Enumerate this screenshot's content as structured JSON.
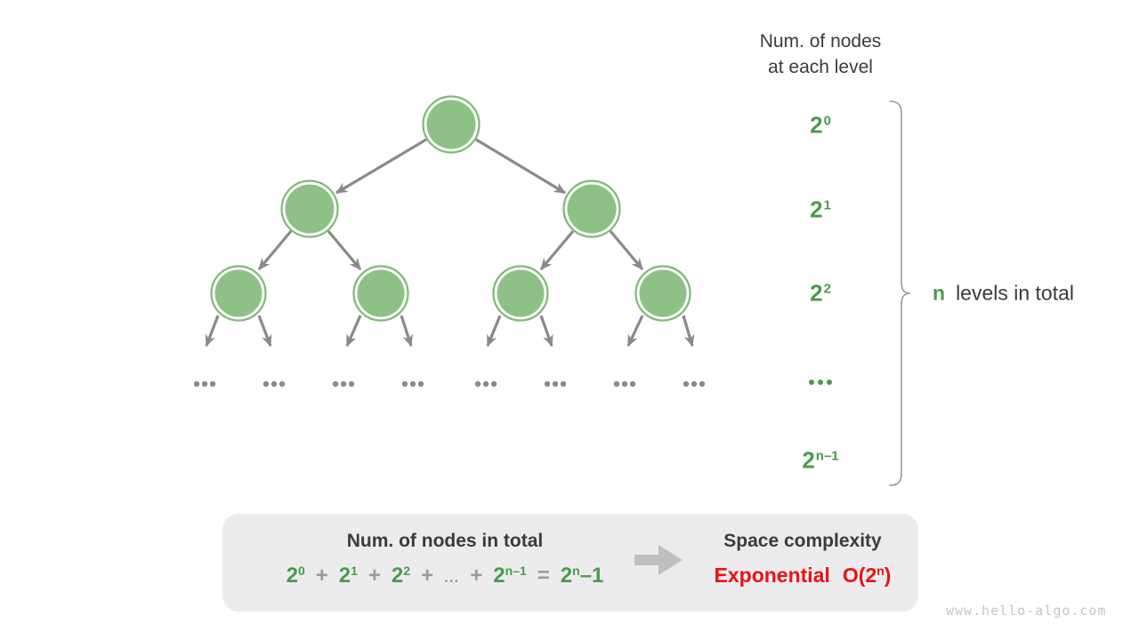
{
  "header": {
    "line1": "Num. of nodes",
    "line2": "at each level"
  },
  "levels": {
    "l0": {
      "base": "2",
      "sup": "0"
    },
    "l1": {
      "base": "2",
      "sup": "1"
    },
    "l2": {
      "base": "2",
      "sup": "2"
    },
    "ln": {
      "base": "2",
      "sup": "n–1"
    }
  },
  "side_note": {
    "highlight": "n",
    "text": "levels in total"
  },
  "summary_box": {
    "left_title": "Num. of nodes in total",
    "formula_tokens": [
      {
        "base": "2",
        "sup": "0",
        "color": "green"
      },
      {
        "base": "+",
        "color": "gray"
      },
      {
        "base": "2",
        "sup": "1",
        "color": "green"
      },
      {
        "base": "+",
        "color": "gray"
      },
      {
        "base": "2",
        "sup": "2",
        "color": "green"
      },
      {
        "base": "+",
        "color": "gray"
      },
      {
        "base": "...",
        "color": "gray",
        "small": true
      },
      {
        "base": "+",
        "color": "gray"
      },
      {
        "base": "2",
        "sup": "n–1",
        "color": "green"
      },
      {
        "base": "=",
        "color": "gray"
      },
      {
        "base": "2",
        "sup": "n",
        "suffix": "–1",
        "color": "green"
      }
    ],
    "right_title": "Space complexity",
    "complexity_word": "Exponential",
    "complexity_o_pre": "O(2",
    "complexity_o_sup": "n",
    "complexity_o_post": ")"
  },
  "watermark": "www.hello-algo.com",
  "colors": {
    "node_fill": "#8dc186",
    "node_ring": "#7eb976",
    "text_green": "#4b9a4b",
    "text_dark": "#3b3b3b",
    "operator_gray": "#9a9a9a",
    "edge_gray": "#8a8a8a",
    "complexity_red": "#ee1111",
    "box_background": "#ececee",
    "block_arrow_gray": "#bfbfbf",
    "watermark_gray": "#c6c6c6"
  }
}
